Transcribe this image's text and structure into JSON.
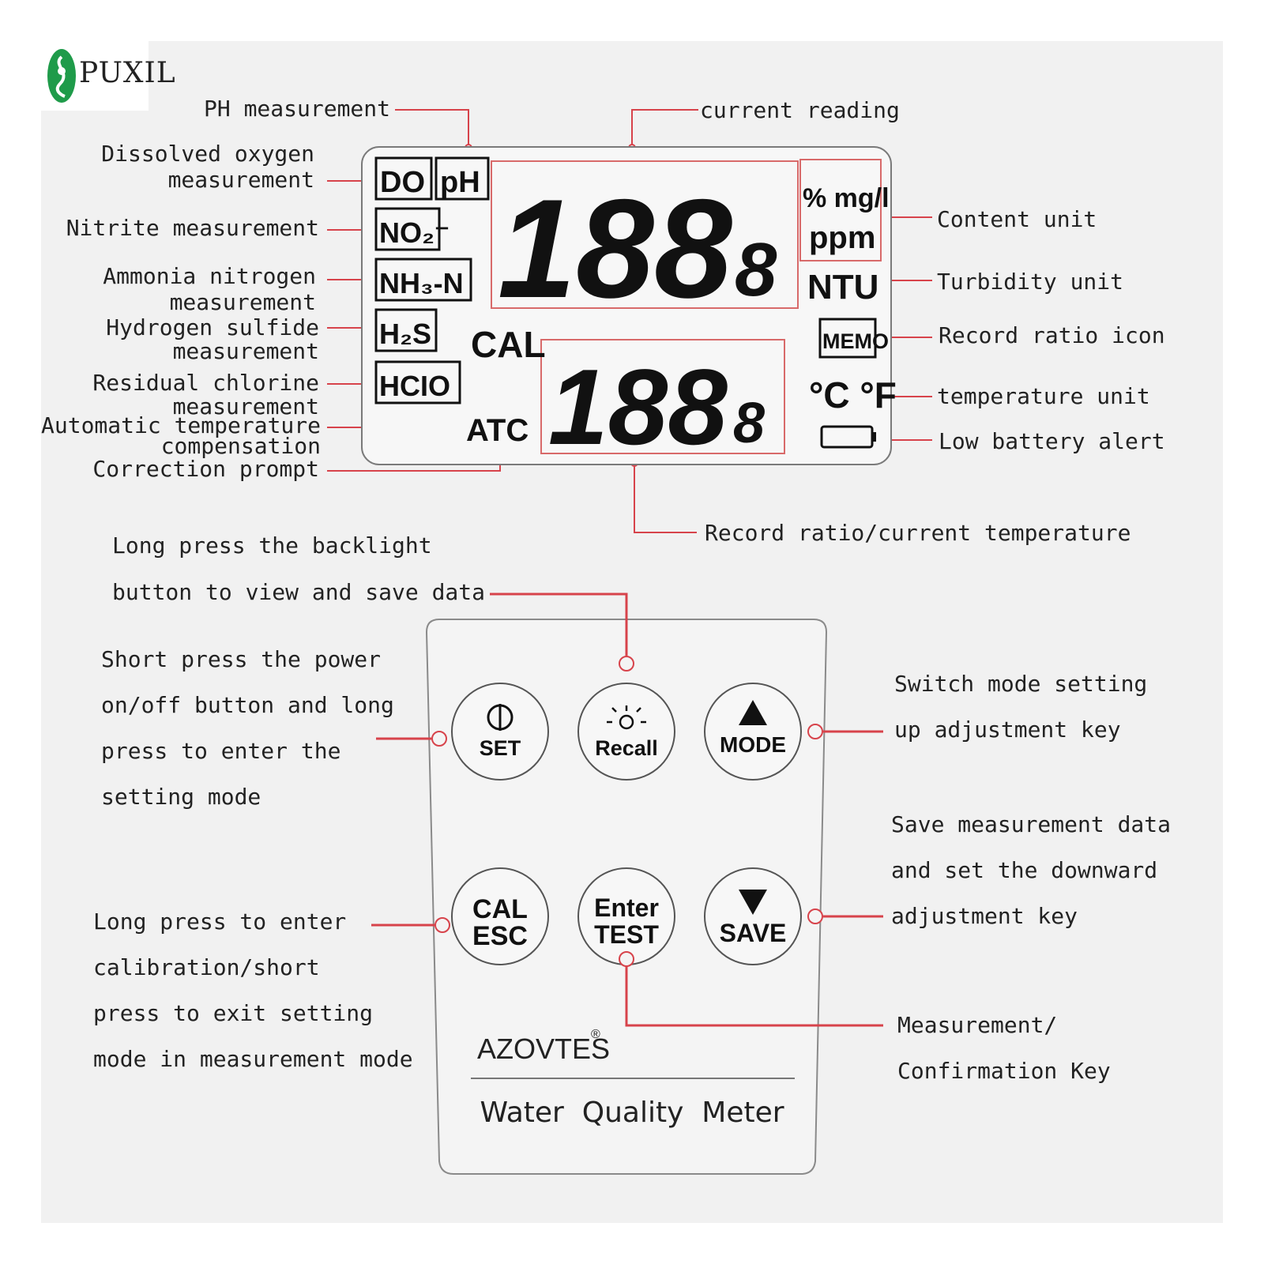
{
  "brand": {
    "logo_text": "PUXIL"
  },
  "lcd": {
    "indicators": [
      "DO",
      "pH",
      "NO₂⁻",
      "NH₃-N",
      "H₂S",
      "HCIO"
    ],
    "cal": "CAL",
    "atc": "ATC",
    "main_digits": "188",
    "main_decimal": "8",
    "sub_digits": "188",
    "sub_decimal": "8",
    "unit_pct_mgl": "% mg/l",
    "unit_ppm": "ppm",
    "unit_ntu": "NTU",
    "memo": "MEMO",
    "temp_unit": "°C °F"
  },
  "callouts": {
    "ph": "PH measurement",
    "current_reading": "current reading",
    "do": [
      "Dissolved oxygen",
      "measurement"
    ],
    "nitrite": "Nitrite measurement",
    "ammonia": [
      "Ammonia nitrogen",
      "measurement"
    ],
    "h2s": [
      "Hydrogen sulfide",
      "measurement"
    ],
    "chlorine": [
      "Residual chlorine",
      "measurement"
    ],
    "atc": [
      "Automatic temperature",
      "compensation"
    ],
    "correction": "Correction prompt",
    "content_unit": "Content unit",
    "turbidity_unit": "Turbidity unit",
    "memo": "Record ratio icon",
    "temp_unit": "temperature unit",
    "battery": "Low battery alert",
    "record_temp": "Record ratio/current temperature"
  },
  "keypad": {
    "set": {
      "label": "SET",
      "icon": "power-icon"
    },
    "recall": {
      "label": "Recall",
      "icon": "sun-icon"
    },
    "mode": {
      "label": "MODE",
      "icon": "triangle-up-icon"
    },
    "cal": {
      "line1": "CAL",
      "line2": "ESC"
    },
    "enter": {
      "line1": "Enter",
      "line2": "TEST"
    },
    "save": {
      "label": "SAVE",
      "icon": "triangle-down-icon"
    },
    "brand": "AZOVTES",
    "registered": "®",
    "product": "Water  Quality  Meter"
  },
  "key_callouts": {
    "backlight": [
      "Long press the backlight",
      "button to view and save data"
    ],
    "power": [
      "Short press the power",
      "on/off button and long",
      "press to enter the",
      "setting mode"
    ],
    "mode": [
      "Switch mode setting",
      "up adjustment key"
    ],
    "save": [
      "Save measurement data",
      "and set the downward",
      "adjustment key"
    ],
    "cal": [
      "Long press to enter",
      "calibration/short",
      "press to exit setting",
      "mode in measurement mode"
    ],
    "enter": [
      "Measurement/",
      "Confirmation Key"
    ]
  },
  "colors": {
    "callout_line": "#d7434b",
    "lcd_outline": "#d86a6a",
    "text": "#222222"
  }
}
